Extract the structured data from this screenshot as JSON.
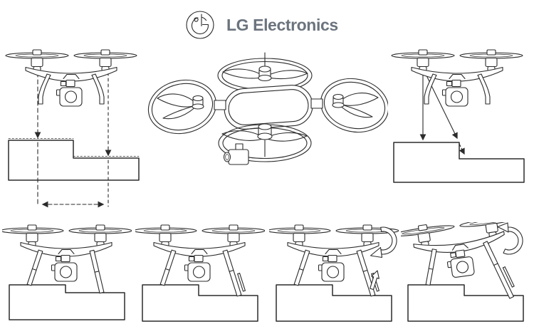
{
  "header": {
    "logo_text": "LG Electronics",
    "logo_icon": "lg-face-logo",
    "logo_color": "#c30c4e",
    "logo_text_color": "#6b747e"
  },
  "figure": {
    "background": "#ffffff",
    "line_color": "#2b2b2b",
    "panels": [
      {
        "id": "hover-measurement",
        "icon": "drone-front-view-with-distance-arrows"
      },
      {
        "id": "quadcopter-perspective",
        "icon": "quadcopter-isometric-view"
      },
      {
        "id": "sensor-scanning",
        "icon": "drone-front-view-with-scan-beams"
      },
      {
        "id": "landing-sequence-1",
        "icon": "drone-legs-on-step"
      },
      {
        "id": "landing-sequence-2",
        "icon": "drone-leg-extended"
      },
      {
        "id": "landing-sequence-3",
        "icon": "drone-leg-extending-with-rotation-arrow"
      },
      {
        "id": "landing-sequence-4",
        "icon": "drone-tilted-with-rotation-arrow"
      }
    ]
  }
}
